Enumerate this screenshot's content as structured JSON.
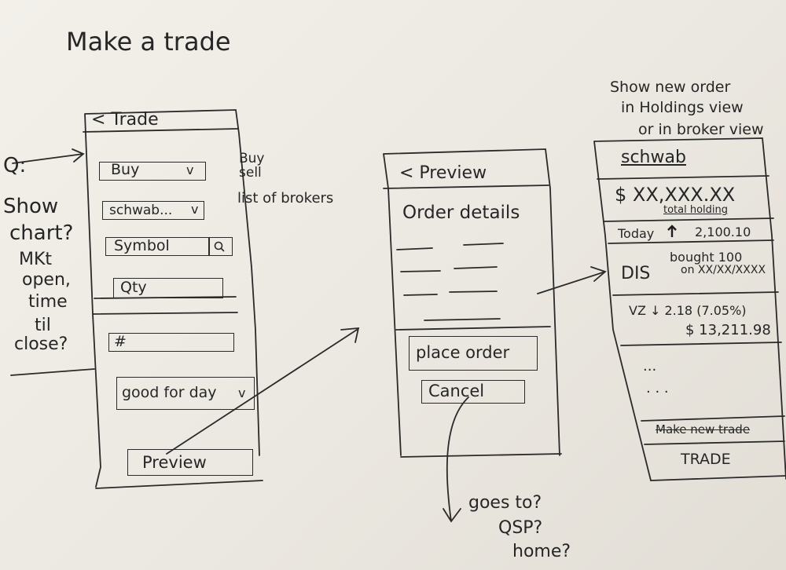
{
  "title": "Make a trade",
  "side_notes": {
    "q_label": "Q:",
    "show_chart": [
      "Show",
      "chart?"
    ],
    "market_notes": [
      "MKt",
      "open,",
      "time",
      "til",
      "close?"
    ]
  },
  "trade_screen": {
    "header": "< Trade",
    "buy_select": "Buy",
    "buy_options_note": [
      "Buy",
      "sell"
    ],
    "broker_select": "schwab...",
    "broker_note": "list of brokers",
    "symbol_input": "Symbol",
    "qty_input": "Qty",
    "price_input": "#",
    "duration_select": "good for day",
    "preview_button": "Preview",
    "dropdown_glyph": "v"
  },
  "preview_screen": {
    "header": "< Preview",
    "order_details": "Order details",
    "place_order_button": "place order",
    "cancel_button": "Cancel",
    "goes_to_note": [
      "goes to?",
      "QSP?",
      "home?"
    ]
  },
  "holdings_screen": {
    "note": [
      "Show new order",
      "in Holdings view",
      "or in broker view"
    ],
    "broker": "schwab",
    "total_value": "$ XX,XXX.XX",
    "total_label": "total holding",
    "today": "Today",
    "today_value": "2,100.10",
    "dis_symbol": "DIS",
    "dis_note": [
      "bought 100",
      "on XX/XX/XXXX"
    ],
    "vz_line": "VZ ↓ 2.18 (7.05%)",
    "vz_value": "$ 13,211.98",
    "ellipsis": [
      "...",
      ". . ."
    ],
    "make_new_trade": "Make new trade",
    "trade_button": "TRADE"
  }
}
